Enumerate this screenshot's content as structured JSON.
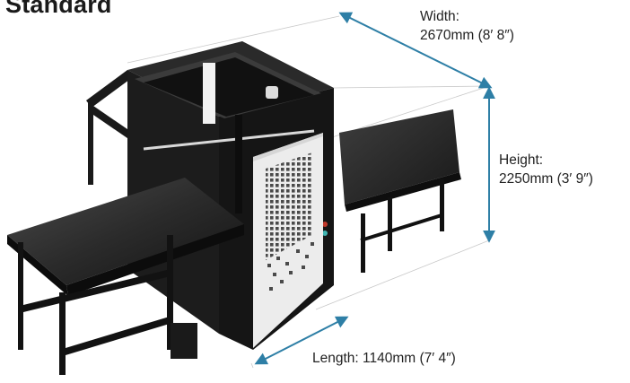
{
  "title": "Standard",
  "dimensions": {
    "width": {
      "name": "Width:",
      "value": "2670mm (8′ 8″)"
    },
    "height": {
      "name": "Height:",
      "value": "2250mm (3′ 9″)"
    },
    "length": {
      "text": "Length: 1140mm (7′ 4″)"
    }
  },
  "colors": {
    "arrow": "#2e7fa6",
    "machine_dark": "#1c1c1c",
    "panel": "#e9e9e9"
  }
}
